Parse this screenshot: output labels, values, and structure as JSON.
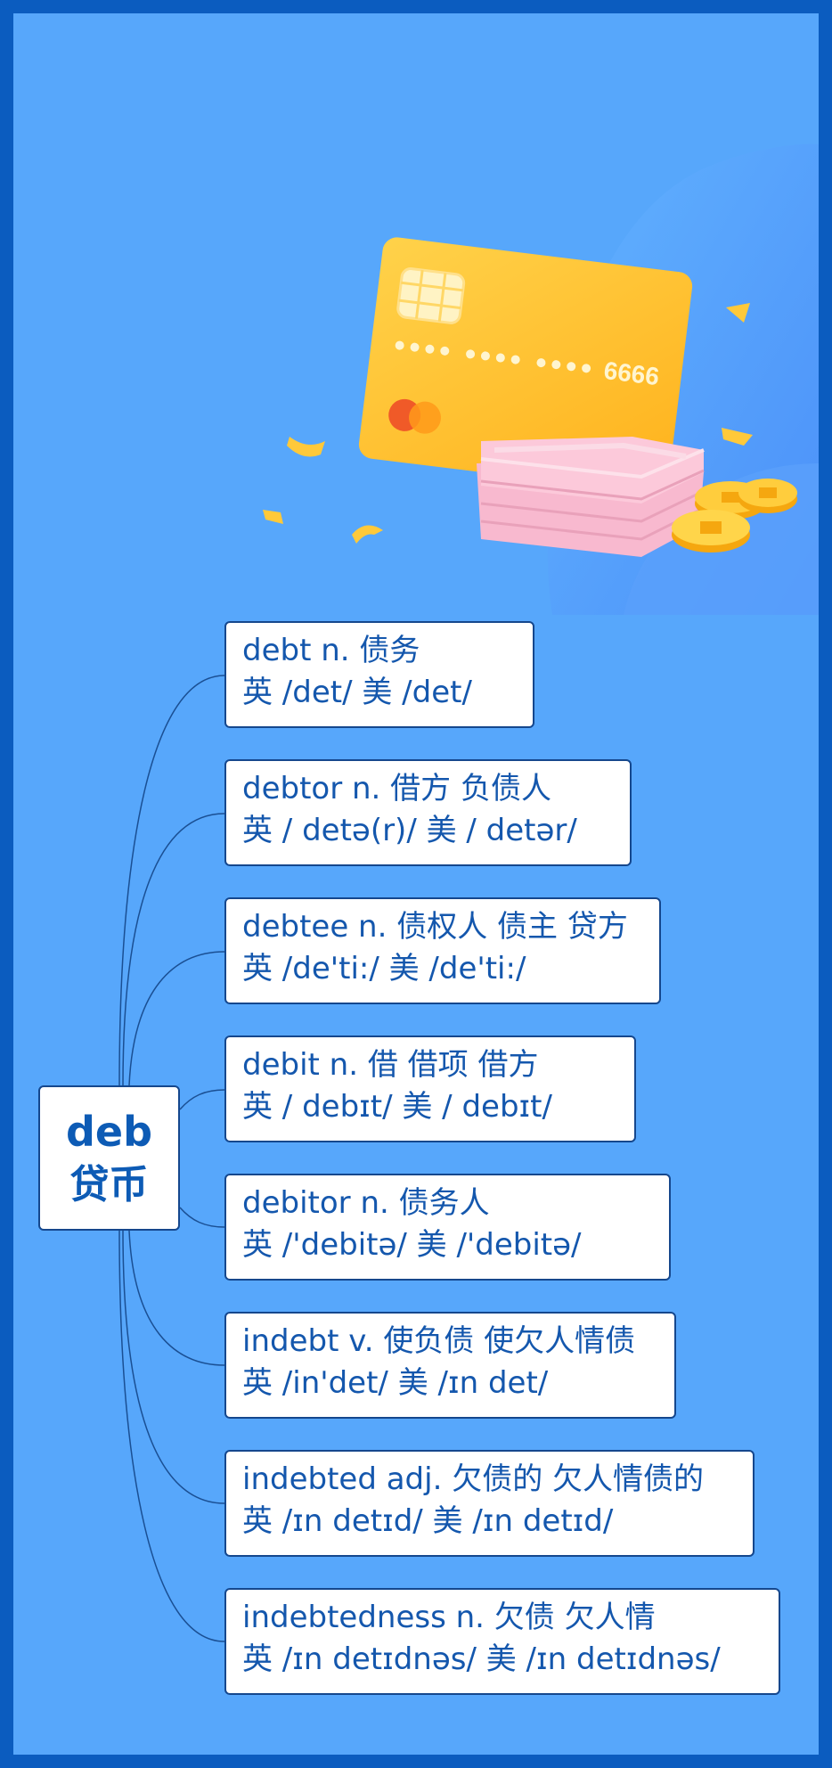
{
  "root": {
    "word": "deb",
    "meaning": "贷币"
  },
  "card": {
    "number_suffix": "6666"
  },
  "colors": {
    "background": "#57a7fb",
    "border": "#0b5cbf",
    "node_text": "#1457ad",
    "root_text": "#0d5bb5",
    "connector": "#1a4f93"
  },
  "nodes": [
    {
      "headline": "debt n. 债务",
      "pronunciation": "英 /det/  美 /det/"
    },
    {
      "headline": "debtor n. 借方 负债人",
      "pronunciation": "英 / detə(r)/  美 / detər/"
    },
    {
      "headline": "debtee n. 债权人 债主 贷方",
      "pronunciation": "英 /de'ti:/  美 /de'ti:/"
    },
    {
      "headline": "debit n. 借 借项 借方",
      "pronunciation": "英 / debɪt/  美 / debɪt/"
    },
    {
      "headline": "debitor n. 债务人",
      "pronunciation": "英 /'debitə/  美 /'debitə/"
    },
    {
      "headline": "indebt v. 使负债 使欠人情债",
      "pronunciation": "英 /in'det/  美 /ɪn det/"
    },
    {
      "headline": "indebted adj. 欠债的 欠人情债的",
      "pronunciation": "英 /ɪn detɪd/  美 /ɪn detɪd/"
    },
    {
      "headline": "indebtedness n. 欠债 欠人情",
      "pronunciation": "英 /ɪn detɪdnəs/  美 /ɪn detɪdnəs/"
    }
  ]
}
